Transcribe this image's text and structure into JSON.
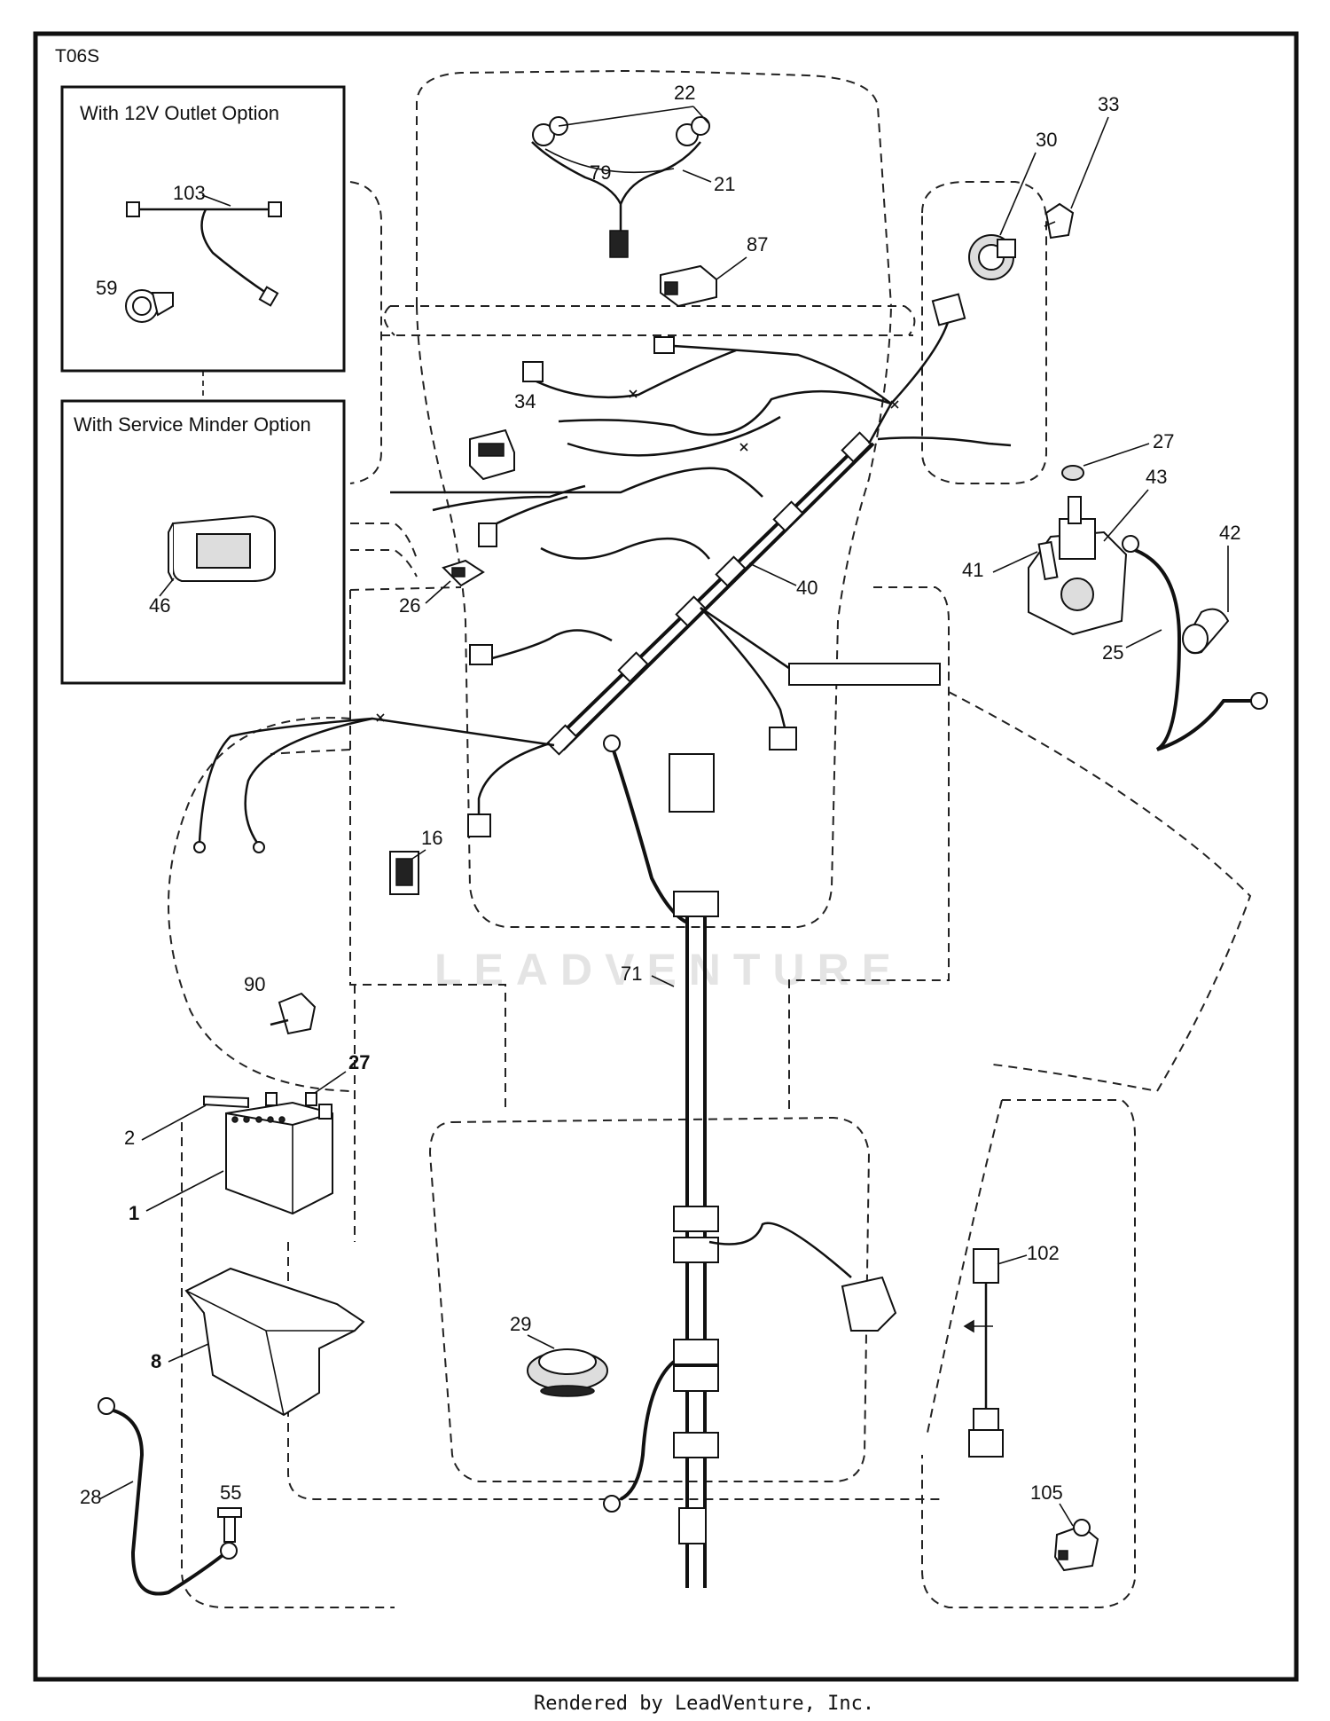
{
  "diagram_code": "T06S",
  "insets": {
    "outlet_option": "With 12V Outlet Option",
    "service_minder_option": "With Service Minder Option"
  },
  "callouts": {
    "c1": "1",
    "c2": "2",
    "c8": "8",
    "c16": "16",
    "c21": "21",
    "c22": "22",
    "c25": "25",
    "c26": "26",
    "c27a": "27",
    "c27b": "27",
    "c28": "28",
    "c29": "29",
    "c30": "30",
    "c33": "33",
    "c34": "34",
    "c40": "40",
    "c41": "41",
    "c42": "42",
    "c43": "43",
    "c46": "46",
    "c55": "55",
    "c59": "59",
    "c71": "71",
    "c79": "79",
    "c87": "87",
    "c90": "90",
    "c102": "102",
    "c103": "103",
    "c105": "105"
  },
  "watermark": "LEADVENTURE",
  "footer": "Rendered by LeadVenture, Inc."
}
